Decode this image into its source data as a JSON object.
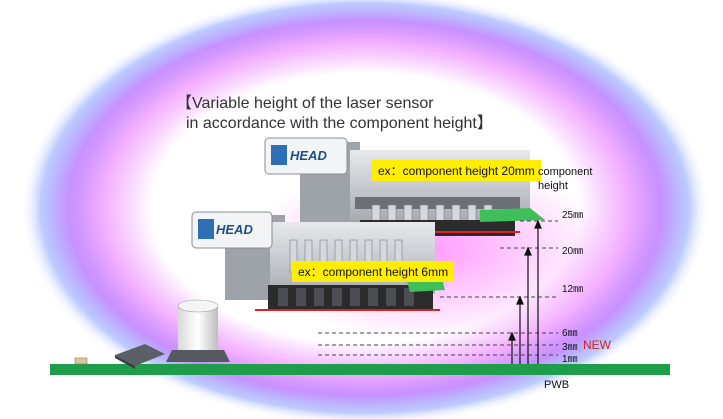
{
  "title": {
    "line1": "【Variable height of the laser sensor",
    "line2": "in accordance with the component height】"
  },
  "heads": [
    {
      "logo": "HEAD",
      "example": "ex：component height 20mm"
    },
    {
      "logo": "HEAD",
      "example": "ex：component height 6mm"
    }
  ],
  "scale": {
    "heading_line1": "component",
    "heading_line2": "height",
    "levels": [
      {
        "label": "25㎜",
        "value_mm": 25
      },
      {
        "label": "20㎜",
        "value_mm": 20
      },
      {
        "label": "12㎜",
        "value_mm": 12
      },
      {
        "label": "6㎜",
        "value_mm": 6
      },
      {
        "label": "3㎜",
        "value_mm": 3
      },
      {
        "label": "1㎜",
        "value_mm": 1
      }
    ],
    "new_badge": "NEW"
  },
  "board": {
    "label": "PWB"
  },
  "colors": {
    "board": "#1e9e4a",
    "laser": "#e02020",
    "tag": "#ffee00",
    "new": "#cc2222",
    "glow_inner": "#ff55ff",
    "glow_outer": "#3366ff"
  }
}
